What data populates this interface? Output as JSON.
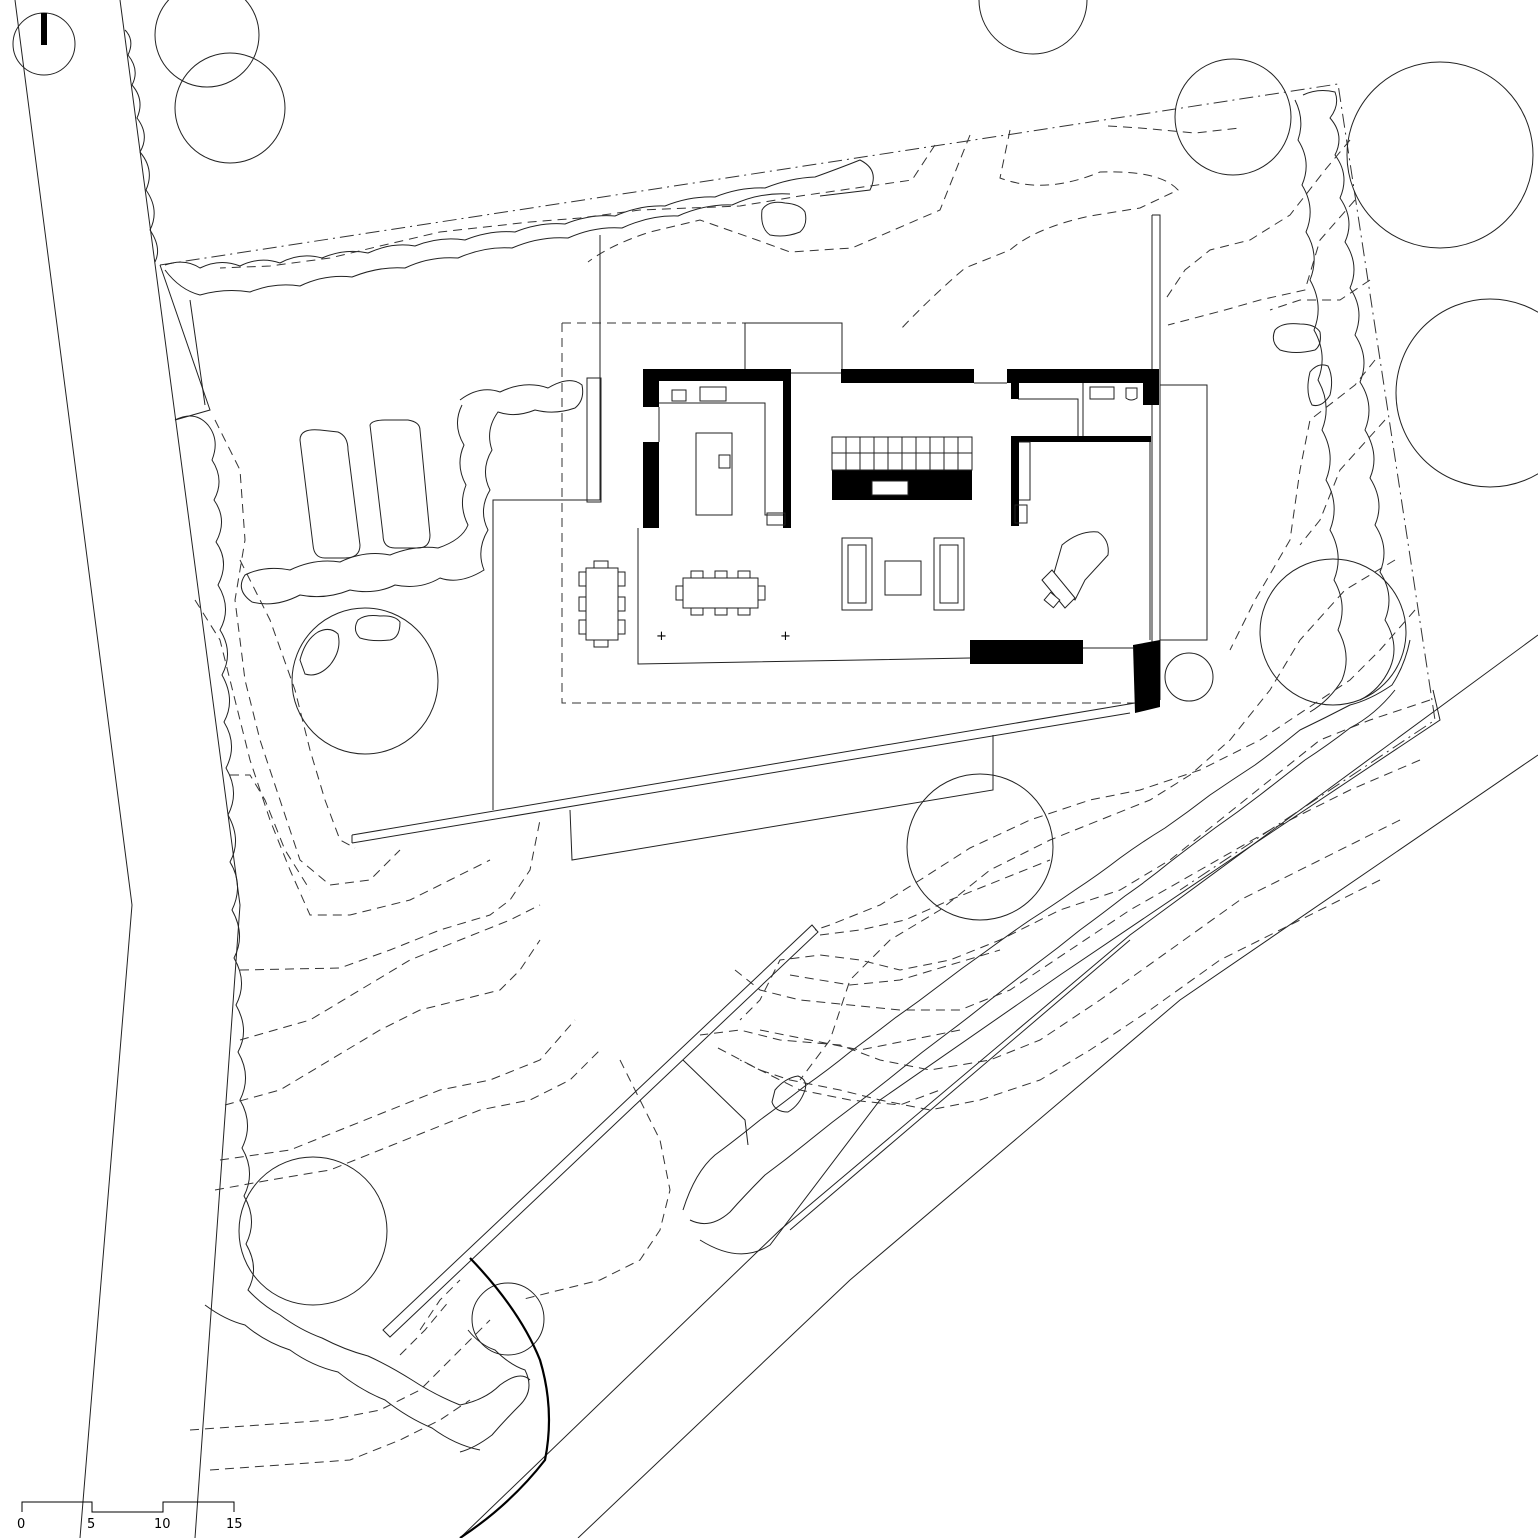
{
  "drawing": {
    "type": "site plan",
    "north_arrow": "north-arrow-icon"
  },
  "scale_bar": {
    "labels": [
      "0",
      "5",
      "10",
      "15"
    ]
  }
}
